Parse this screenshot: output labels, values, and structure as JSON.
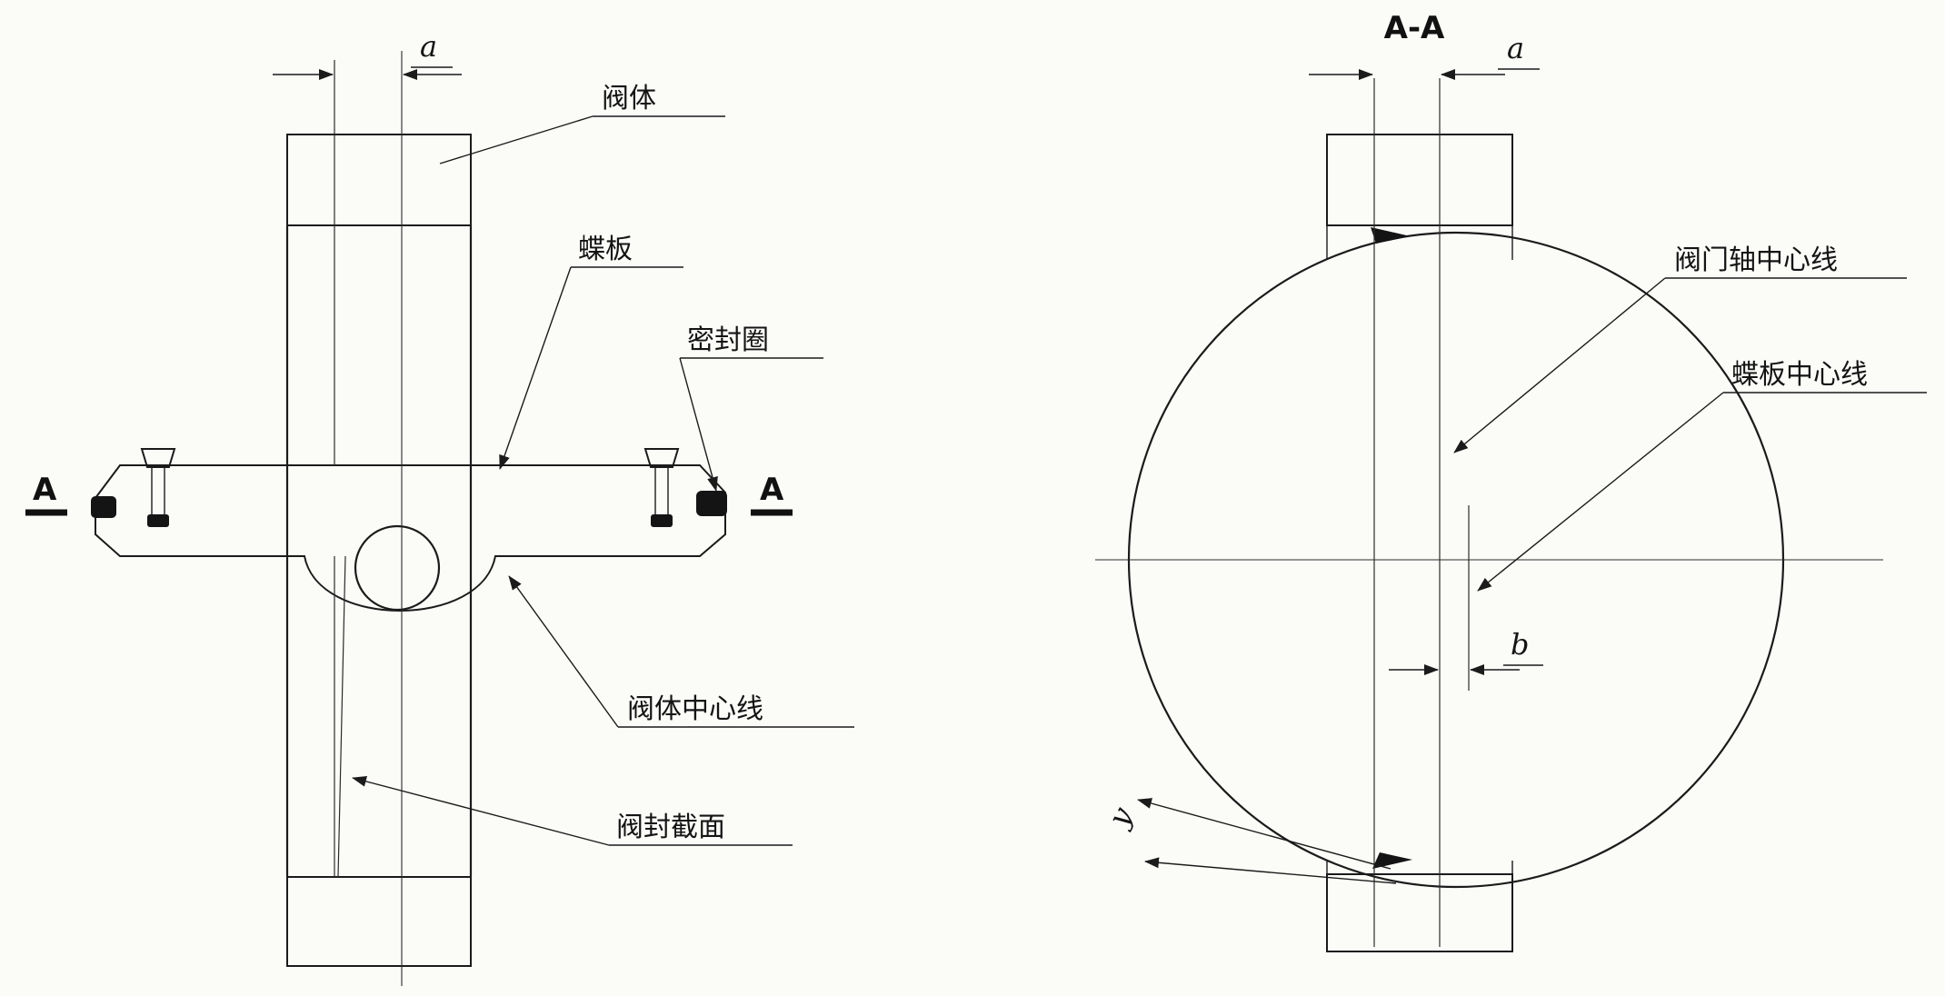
{
  "drawing": {
    "colors": {
      "ink": "#1b1b1b",
      "paper": "#fbfbf8"
    },
    "left": {
      "section_a_left": "A",
      "section_a_right": "A",
      "dim_a": "a",
      "label_valve_body": "阀体",
      "label_disc": "蝶板",
      "label_seal_ring": "密封圈",
      "label_body_centerline": "阀体中心线",
      "label_seal_section": "阀封截面"
    },
    "right": {
      "view_title": "A-A",
      "dim_a": "a",
      "dim_b": "b",
      "dim_gamma": "y",
      "label_shaft_centerline": "阀门轴中心线",
      "label_disc_centerline": "蝶板中心线"
    }
  }
}
